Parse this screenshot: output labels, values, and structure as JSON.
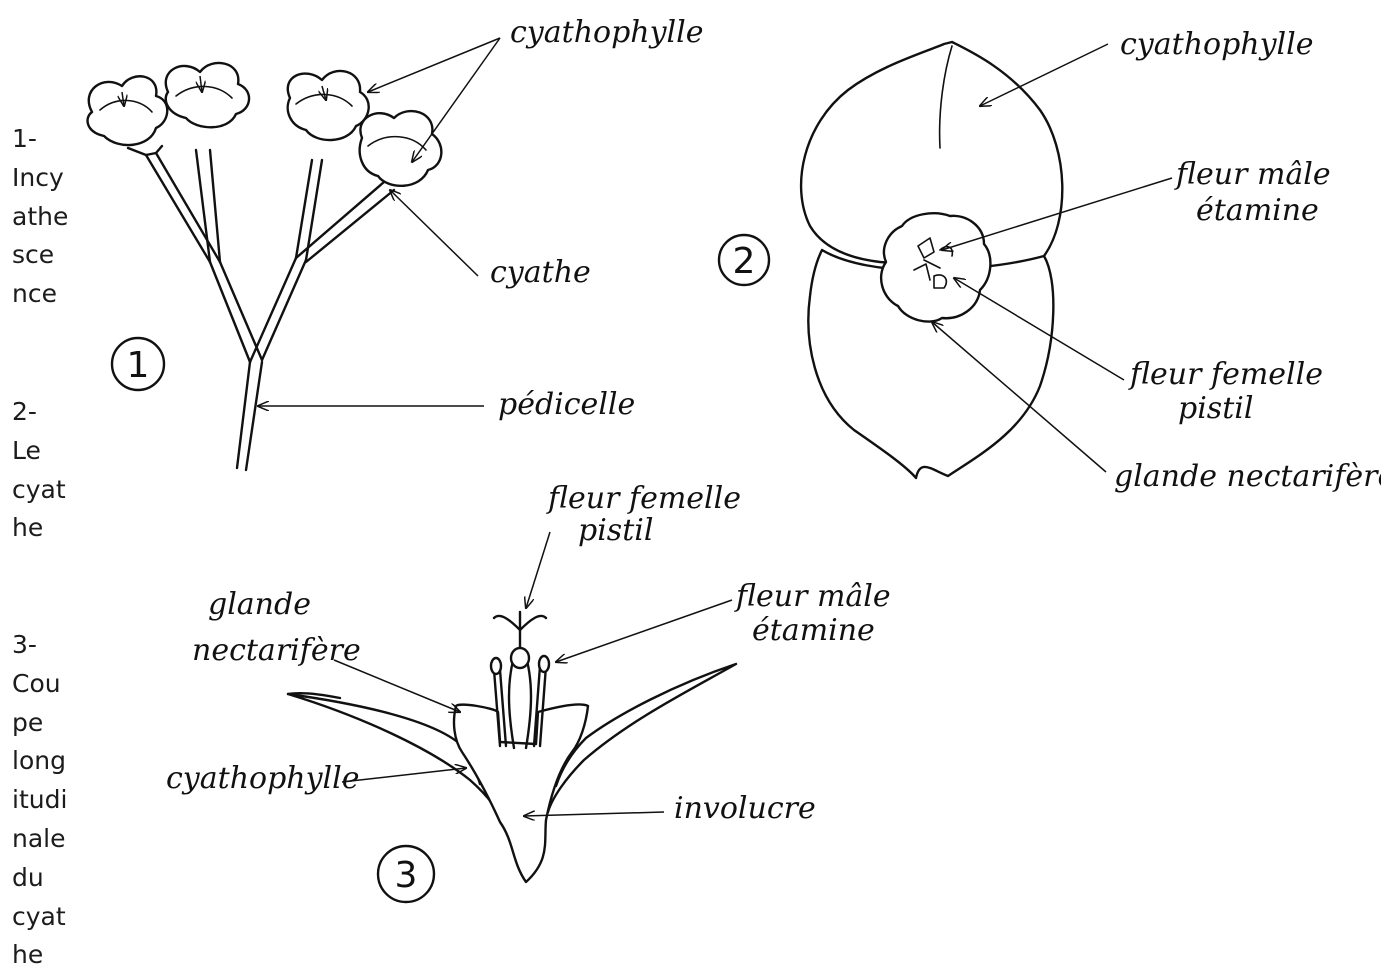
{
  "captions": {
    "cap1": "1-\nIncy\nathe\nsce\nnce",
    "cap2": "2-\nLe\ncyat\nhe",
    "cap3": "3-\nCou\npe\nlong\nitudi\nnale\ndu\ncyat\nhe"
  },
  "figure1": {
    "number": "1",
    "labels": {
      "cyathophylle": "cyathophylle",
      "cyathe": "cyathe",
      "pedicelle": "pédicelle"
    }
  },
  "figure2": {
    "number": "2",
    "labels": {
      "cyathophylle": "cyathophylle",
      "male_line1": "fleur mâle",
      "male_line2": "étamine",
      "female_line1": "fleur femelle",
      "female_line2": "pistil",
      "gland": "glande nectarifère"
    }
  },
  "figure3": {
    "number": "3",
    "labels": {
      "female_line1": "fleur femelle",
      "female_line2": "pistil",
      "gland_line1": "glande",
      "gland_line2": "nectarifère",
      "male_line1": "fleur mâle",
      "male_line2": "étamine",
      "cyathophylle": "cyathophylle",
      "involucre": "involucre"
    }
  }
}
